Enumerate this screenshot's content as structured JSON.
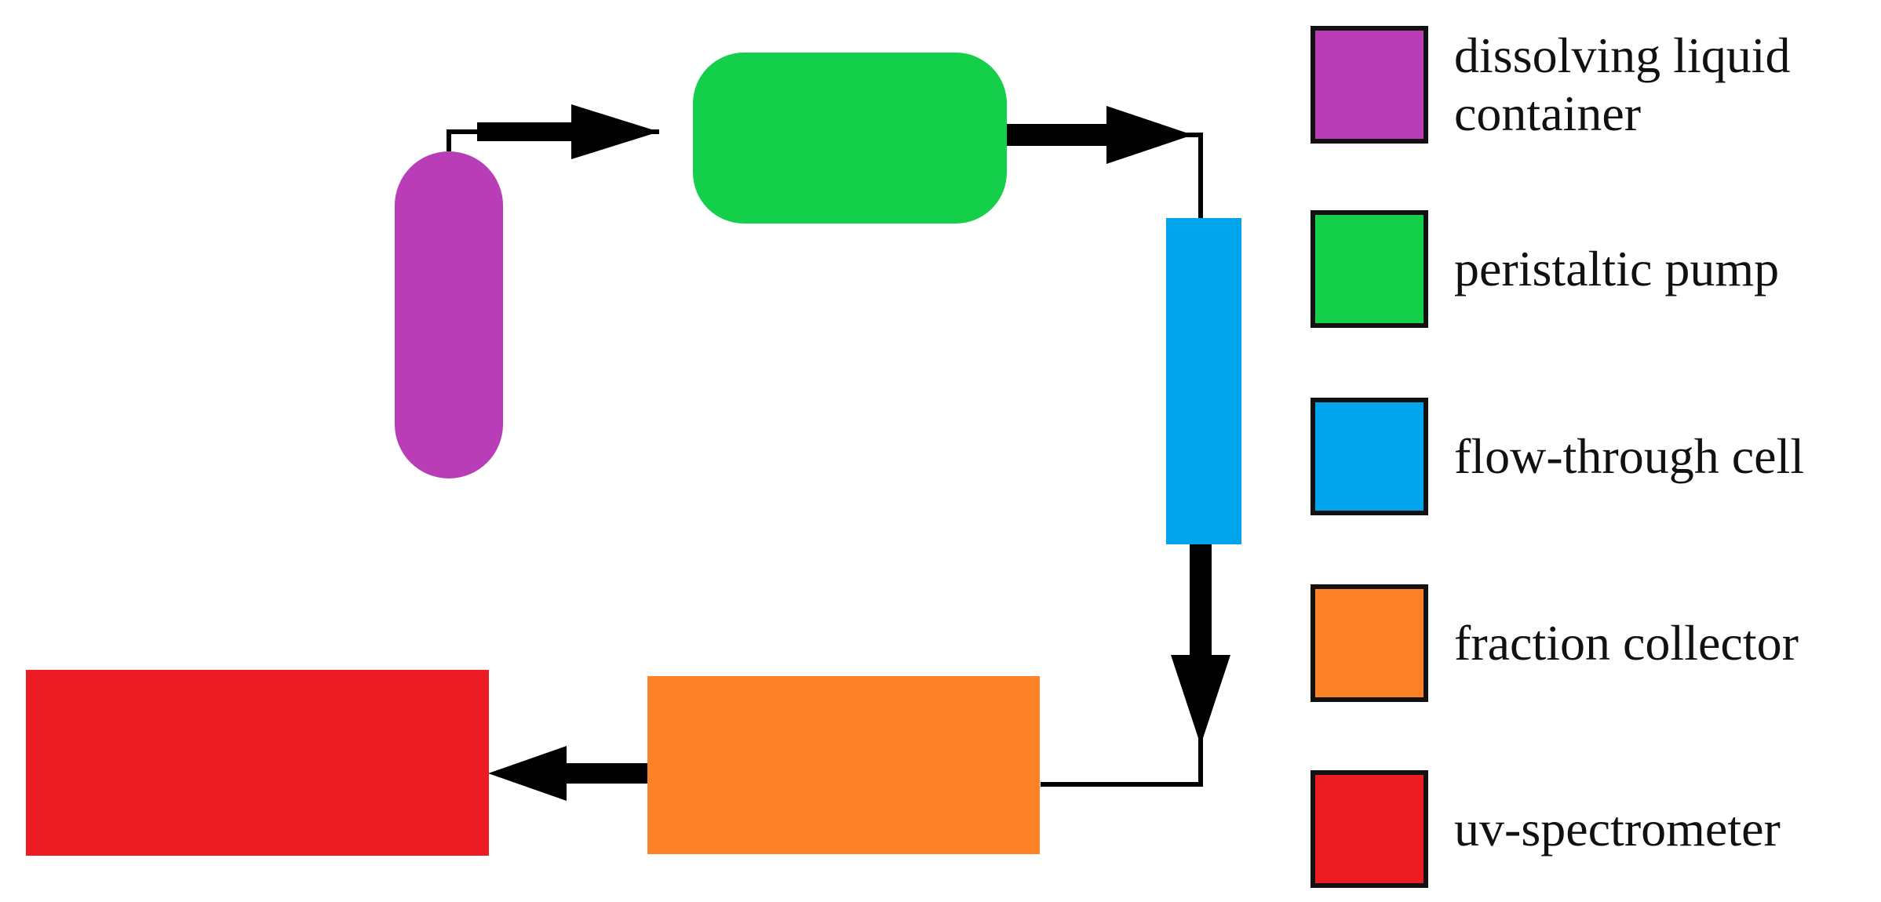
{
  "components": [
    {
      "id": "dissolving-liquid-container",
      "label_lines": [
        "dissolving liquid",
        "container"
      ],
      "color": "#b93db7"
    },
    {
      "id": "peristaltic-pump",
      "label_lines": [
        "peristaltic pump"
      ],
      "color": "#14cf4a"
    },
    {
      "id": "flow-through-cell",
      "label_lines": [
        "flow-through cell"
      ],
      "color": "#00a5ec"
    },
    {
      "id": "fraction-collector",
      "label_lines": [
        "fraction collector"
      ],
      "color": "#fd8127"
    },
    {
      "id": "uv-spectrometer",
      "label_lines": [
        "uv-spectrometer"
      ],
      "color": "#ec1b24"
    }
  ],
  "connections": [
    {
      "from": "dissolving-liquid-container",
      "to": "peristaltic-pump"
    },
    {
      "from": "peristaltic-pump",
      "to": "flow-through-cell"
    },
    {
      "from": "flow-through-cell",
      "to": "fraction-collector"
    },
    {
      "from": "fraction-collector",
      "to": "uv-spectrometer"
    }
  ]
}
